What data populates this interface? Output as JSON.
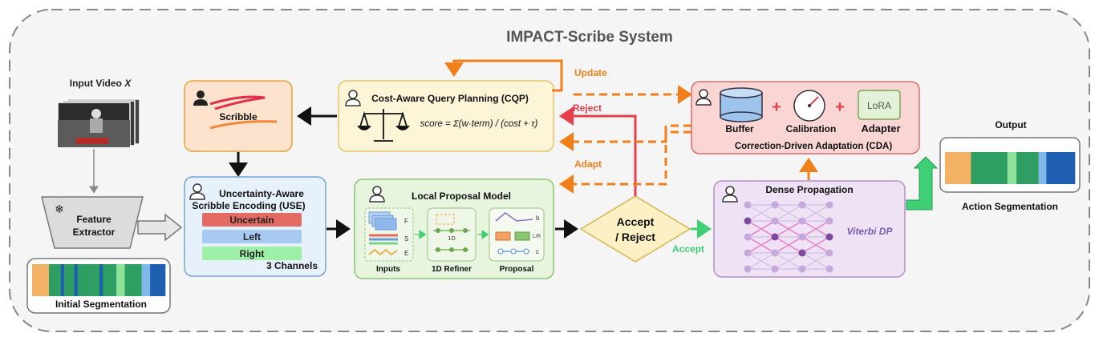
{
  "title": "IMPACT-Scribe System",
  "input": {
    "label_prefix": "Input Video ",
    "label_var": "X"
  },
  "feature_extractor": {
    "line1": "Feature",
    "line2": "Extractor",
    "icon": "snowflake-icon"
  },
  "initial_segmentation": {
    "label": "Initial Segmentation",
    "colors": [
      "#f4b266",
      "#2e9e63",
      "#1f5fb2",
      "#2e9e63",
      "#1f5fb2",
      "#2e9e63",
      "#1f5fb2",
      "#2e9e63",
      "#8fe39b",
      "#2e9e63",
      "#80b9e8",
      "#1f5fb2"
    ]
  },
  "scribble": {
    "label": "Scribble"
  },
  "cqp": {
    "title": "Cost-Aware Query Planning (CQP)",
    "formula": "score = Σ(w·term) / (cost + τ)",
    "icon": "balance-scale-icon"
  },
  "use": {
    "title_line1": "Uncertainty-Aware",
    "title_line2": "Scribble Encoding (USE)",
    "channels": [
      {
        "label": "Uncertain",
        "color": "#e36b63"
      },
      {
        "label": "Left",
        "color": "#a8c9f2"
      },
      {
        "label": "Right",
        "color": "#9ef0a8"
      }
    ],
    "footer": "3 Channels"
  },
  "lpm": {
    "title": "Local Proposal Model",
    "inputs_label": "Inputs",
    "input_tags": [
      "F",
      "S",
      "E"
    ],
    "refiner_label": "1D Refiner",
    "refiner_tag": "1D",
    "proposal_label": "Proposal",
    "proposal_tags": [
      "b",
      "L/R",
      "c"
    ]
  },
  "decision": {
    "line1": "Accept",
    "line2": "/ Reject"
  },
  "edge_labels": {
    "update": "Update",
    "reject": "Reject",
    "adapt": "Adapt",
    "accept": "Accept"
  },
  "cda": {
    "title": "Correction-Driven Adaptation (CDA)",
    "buffer": "Buffer",
    "calibration": "Calibration",
    "adapter": "Adapter",
    "lora": "LoRA"
  },
  "dense": {
    "title": "Dense Propagation",
    "algo": "Viterbi DP"
  },
  "output": {
    "title": "Output",
    "label": "Action Segmentation",
    "segments": [
      {
        "color": "#f4b266",
        "fraction": 0.2
      },
      {
        "color": "#2e9e63",
        "fraction": 0.28
      },
      {
        "color": "#8fe39b",
        "fraction": 0.07
      },
      {
        "color": "#2e9e63",
        "fraction": 0.17
      },
      {
        "color": "#80b9e8",
        "fraction": 0.06
      },
      {
        "color": "#1f5fb2",
        "fraction": 0.22
      }
    ]
  },
  "colors": {
    "orange": "#f07f1a",
    "red": "#e5404a",
    "green": "#3fcf74",
    "black": "#111111",
    "cqp_fill": "#fdf5d8",
    "scribble_fill": "#fde3cd",
    "use_fill": "#e6f1fb",
    "lpm_fill": "#e7f5df",
    "cda_fill": "#f9d6d4",
    "dense_fill": "#eee2f4"
  }
}
